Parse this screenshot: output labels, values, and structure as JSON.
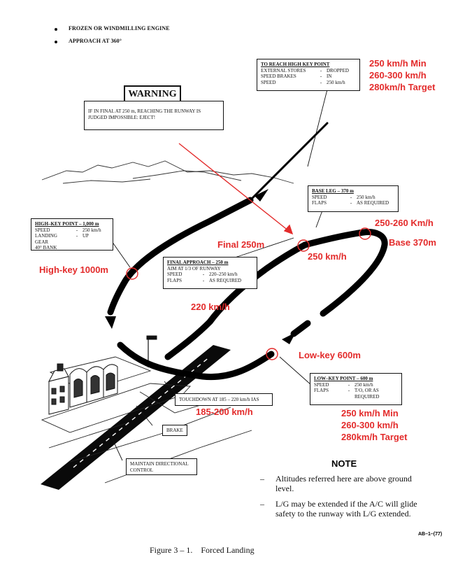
{
  "bullets": [
    "FROZEN OR WINDMILLING ENGINE",
    "APPROACH AT 360°"
  ],
  "warning": {
    "title": "WARNING",
    "text_line1": "IF IN FINAL AT 250 m, REACHING THE RUNWAY IS",
    "text_line2": "JUDGED IMPOSSIBLE: EJECT!"
  },
  "high_key_reach": {
    "title": "TO REACH HIGH KEY POINT",
    "rows": [
      {
        "k": "EXTERNAL STORES",
        "v": "DROPPED"
      },
      {
        "k": "SPEED BRAKES",
        "v": "IN"
      },
      {
        "k": "SPEED",
        "v": "250 km/h"
      }
    ]
  },
  "base_leg": {
    "title": "BASE LEG – 370 m",
    "rows": [
      {
        "k": "SPEED",
        "v": "250 km/h"
      },
      {
        "k": "FLAPS",
        "v": "AS REQUIRED"
      }
    ]
  },
  "high_key_point": {
    "title": "HIGH–KEY POINT – 1,000 m",
    "rows": [
      {
        "k": "SPEED",
        "v": "250 km/h"
      },
      {
        "k": "LANDING GEAR",
        "v": "UP"
      }
    ],
    "extra": "40° BANK"
  },
  "final_approach": {
    "title": "FINAL APPROACH – 250 m",
    "line": "AIM AT 1/3 OF RUNWAY",
    "rows": [
      {
        "k": "SPEED",
        "v": "220–250 km/h"
      },
      {
        "k": "FLAPS",
        "v": "AS REQUIRED"
      }
    ]
  },
  "low_key_point": {
    "title": "LOW–KEY POINT – 600 m",
    "rows": [
      {
        "k": "SPEED",
        "v": "250 km/h"
      },
      {
        "k": "FLAPS",
        "v": "T/O, OR AS"
      },
      {
        "k": "",
        "v": "REQUIRED"
      }
    ]
  },
  "touchdown": "TOUCHDOWN AT 185 – 220 km/h IAS",
  "brake": "BRAKE",
  "maintain": {
    "line1": "MAINTAIN DIRECTIONAL",
    "line2": "CONTROL"
  },
  "red_annotations": {
    "top_right": [
      "250 km/h Min",
      "260-300 km/h",
      "280km/h Target"
    ],
    "base_speed": "250-260 Km/h",
    "base_alt": "Base 370m",
    "final": "Final 250m",
    "final_speed": "250 km/h",
    "high_key": "High-key 1000m",
    "speed_220": "220 km/h",
    "low_key": "Low-key 600m",
    "touchdown_speed": "185-200 km/h",
    "bottom_right": [
      "250 km/h Min",
      "260-300 km/h",
      "280km/h Target"
    ]
  },
  "note": {
    "title": "NOTE",
    "items": [
      {
        "l1": "Altitudes referred here are above ground",
        "l2": "level."
      },
      {
        "l1": "L/G may be extended if the A/C will glide",
        "l2": "safety to the runway with L/G extended."
      }
    ]
  },
  "ref_code": "AB–1–(77)",
  "caption": "Figure 3 – 1.    Forced Landing",
  "colors": {
    "annotation_red": "#e32b2b",
    "ink": "#111111"
  }
}
